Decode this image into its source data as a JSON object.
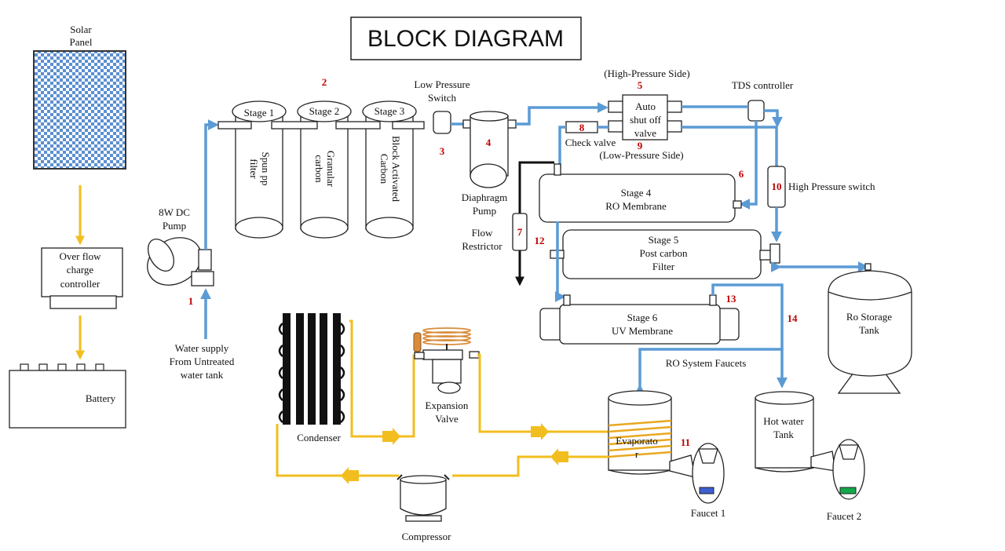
{
  "title": "BLOCK DIAGRAM",
  "colors": {
    "water_line": "#5b9bd5",
    "refrigerant_line": "#f2be1f",
    "number_label": "#c00000"
  },
  "labels": {
    "solar_panel_1": "Solar",
    "solar_panel_2": "Panel",
    "controller_1": "Over flow",
    "controller_2": "charge",
    "controller_3": "controller",
    "battery": "Battery",
    "pump_1": "8W DC",
    "pump_2": "Pump",
    "water_supply_1": "Water supply",
    "water_supply_2": "From Untreated",
    "water_supply_3": "water tank",
    "stage1": "Stage 1",
    "stage2": "Stage 2",
    "stage3": "Stage 3",
    "stage1_body_1": "Spun pp",
    "stage1_body_2": "filter",
    "stage2_body_1": "Granular",
    "stage2_body_2": "carbon",
    "stage3_body_1": "Block Activated",
    "stage3_body_2": "Carbon",
    "low_pressure_1": "Low Pressure",
    "low_pressure_2": "Switch",
    "diaphragm_1": "Diaphragm",
    "diaphragm_2": "Pump",
    "high_pressure_side": "(High-Pressure Side)",
    "low_pressure_side": "(Low-Pressure Side)",
    "auto_valve_1": "Auto",
    "auto_valve_2": "shut off",
    "auto_valve_3": "valve",
    "check_valve": "Check valve",
    "tds_controller": "TDS controller",
    "stage4_1": "Stage 4",
    "stage4_2": "RO Membrane",
    "high_pressure_switch": "High Pressure switch",
    "flow_1": "Flow",
    "flow_2": "Restrictor",
    "stage5_1": "Stage 5",
    "stage5_2": "Post carbon",
    "stage5_3": "Filter",
    "storage_1": "Ro Storage",
    "storage_2": "Tank",
    "stage6_1": "Stage 6",
    "stage6_2": "UV Membrane",
    "ro_faucets": "RO System Faucets",
    "condenser": "Condenser",
    "expansion_1": "Expansion",
    "expansion_2": "Valve",
    "evaporator_1": "Evaporato",
    "evaporator_2": "r",
    "hot_tank_1": "Hot water",
    "hot_tank_2": "Tank",
    "faucet1": "Faucet 1",
    "faucet2": "Faucet 2",
    "compressor": "Compressor"
  },
  "numbers": {
    "n1": "1",
    "n2": "2",
    "n3": "3",
    "n4": "4",
    "n5": "5",
    "n6": "6",
    "n7": "7",
    "n8": "8",
    "n9": "9",
    "n10": "10",
    "n11a": "11",
    "n11b": "11",
    "n12": "12",
    "n13": "13",
    "n14": "14"
  }
}
